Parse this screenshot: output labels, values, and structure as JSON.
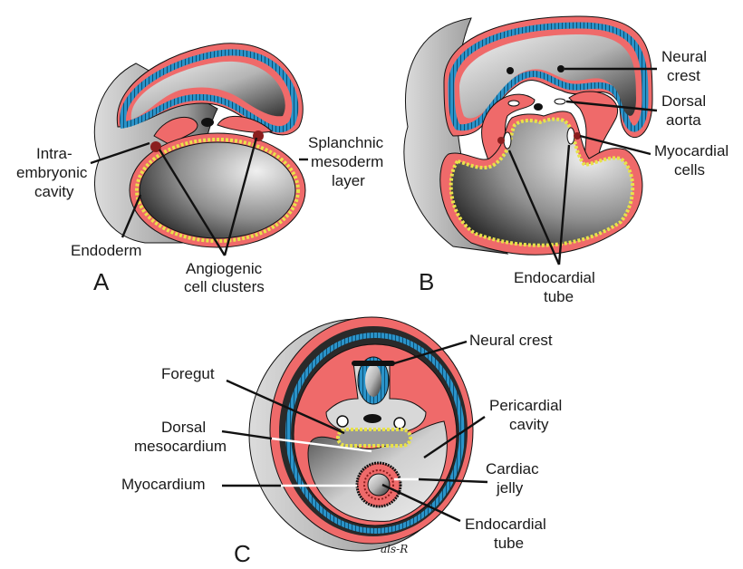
{
  "figure": {
    "colors": {
      "mesoderm": "#ef6a6a",
      "ectoderm": "#2a93c9",
      "endoderm": "#e8e24a",
      "outline": "#111111",
      "body_gray": "#9a9a9a"
    },
    "panels": [
      {
        "id": "A",
        "letter": "A",
        "labels": {
          "intra": "Intra-",
          "embryonic": "embryonic",
          "cavity": "cavity",
          "splanchnic": "Splanchnic",
          "mesoderm": "mesoderm",
          "layer": "layer",
          "endoderm": "Endoderm",
          "angiogenic": "Angiogenic",
          "cell_clusters": "cell clusters"
        }
      },
      {
        "id": "B",
        "letter": "B",
        "labels": {
          "neural": "Neural",
          "crest": "crest",
          "dorsal": "Dorsal",
          "aorta": "aorta",
          "myocardial": "Myocardial",
          "cells": "cells",
          "endocardial": "Endocardial",
          "tube": "tube"
        }
      },
      {
        "id": "C",
        "letter": "C",
        "labels": {
          "neural_crest": "Neural crest",
          "foregut": "Foregut",
          "pericardial": "Pericardial",
          "cavity": "cavity",
          "dorsal": "Dorsal",
          "mesocardium": "mesocardium",
          "cardiac": "Cardiac",
          "jelly": "jelly",
          "myocardium": "Myocardium",
          "endocardial": "Endocardial",
          "tube": "tube"
        }
      }
    ],
    "signature": "als-R"
  }
}
